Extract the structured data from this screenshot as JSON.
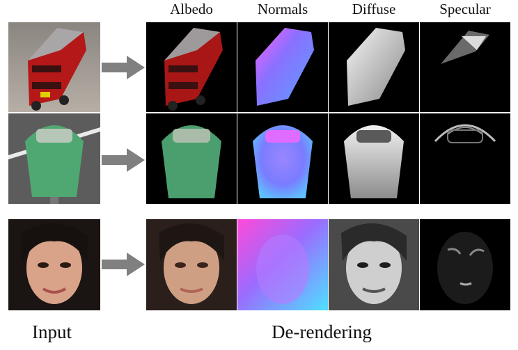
{
  "columns": [
    "Albedo",
    "Normals",
    "Diffuse",
    "Specular"
  ],
  "footer": {
    "input": "Input",
    "output": "De-rendering"
  },
  "rows": [
    {
      "subject": "bus"
    },
    {
      "subject": "parking-meter"
    },
    {
      "subject": "face"
    }
  ]
}
